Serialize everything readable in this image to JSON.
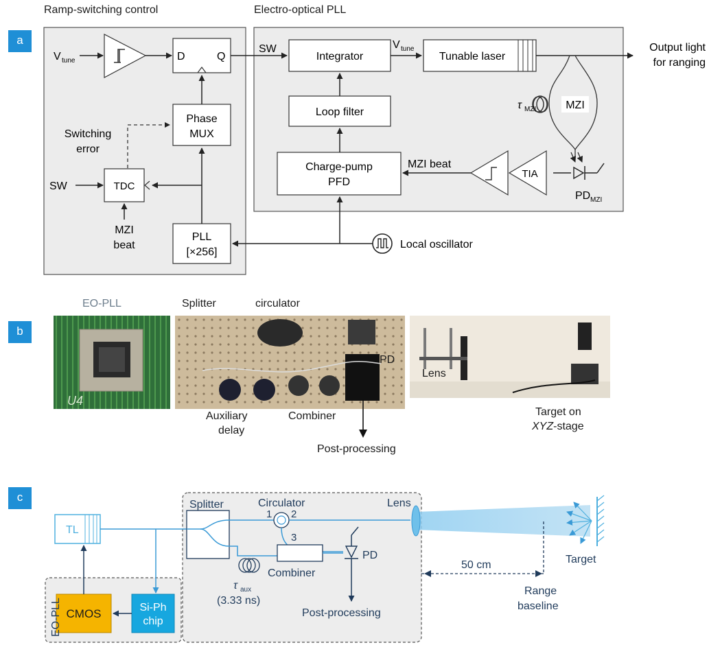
{
  "panels": {
    "a": "a",
    "b": "b",
    "c": "c"
  },
  "a": {
    "ramp_title": "Ramp-switching control",
    "pll_title": "Electro-optical PLL",
    "vtune_in": "V",
    "vtune_sub": "tune",
    "dff_d": "D",
    "dff_q": "Q",
    "phase_mux_1": "Phase",
    "phase_mux_2": "MUX",
    "switching_error_1": "Switching",
    "switching_error_2": "error",
    "sw_left": "SW",
    "tdc": "TDC",
    "mzi_beat_1": "MZI",
    "mzi_beat_2": "beat",
    "pll_mult_1": "PLL",
    "pll_mult_2": "[×256]",
    "sw_right": "SW",
    "integrator": "Integrator",
    "vtune_out": "V",
    "vtune_out_sub": "tune",
    "tunable_laser": "Tunable laser",
    "output_1": "Output light",
    "output_2": "for ranging",
    "loop_filter": "Loop filter",
    "tau": "τ",
    "tau_sub": "MZI",
    "mzi": "MZI",
    "cp_pfd_1": "Charge-pump",
    "cp_pfd_2": "PFD",
    "mzi_beat_arrow": "MZI beat",
    "tia": "TIA",
    "pd": "PD",
    "pd_sub": "MZI",
    "local_osc": "Local oscillator"
  },
  "b": {
    "eo_pll": "EO-PLL",
    "splitter": "Splitter",
    "circulator": "circulator",
    "pd": "PD",
    "lens": "Lens",
    "aux_1": "Auxiliary",
    "aux_2": "delay",
    "combiner": "Combiner",
    "post": "Post-processing",
    "target_1": "Target on",
    "target_2a": "XYZ",
    "target_2b": "-stage",
    "chip_mark": "U4"
  },
  "c": {
    "tl": "TL",
    "splitter": "Splitter",
    "circulator": "Circulator",
    "lens": "Lens",
    "port1": "1",
    "port2": "2",
    "port3": "3",
    "combiner": "Combiner",
    "pd": "PD",
    "tau": "τ",
    "tau_sub": "aux",
    "delay": "(3.33 ns)",
    "post": "Post-processing",
    "distance": "50 cm",
    "target": "Target",
    "range_1": "Range",
    "range_2": "baseline",
    "eo_pll": "EO-PLL",
    "cmos": "CMOS",
    "siph_1": "Si-Ph",
    "siph_2": "chip"
  },
  "colors": {
    "accent": "#1f8fd6",
    "light_blue": "#4fb0df",
    "cmos": "#f5b400",
    "siph": "#17a7df",
    "panel_bg": "#ededed"
  }
}
